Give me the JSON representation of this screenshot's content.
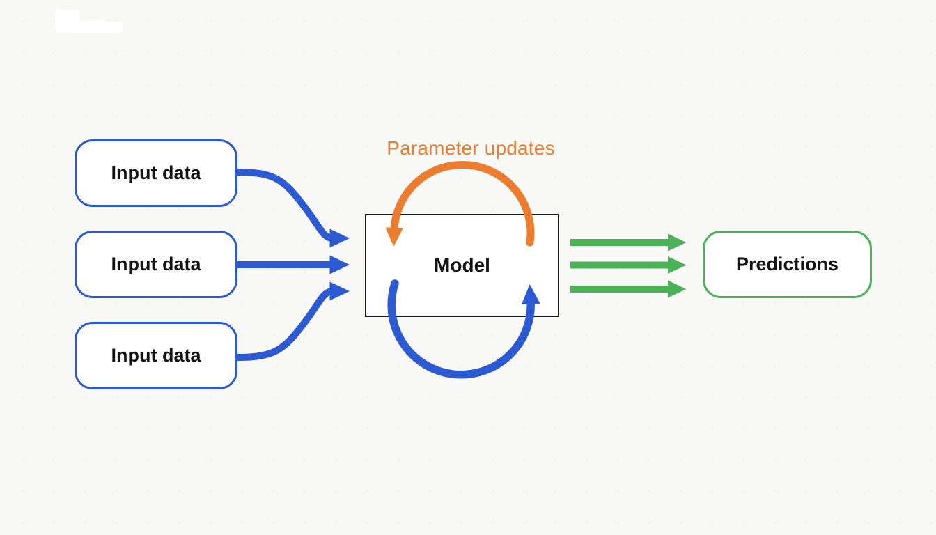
{
  "diagram": {
    "parameter_updates_label": "Parameter updates",
    "inputs": [
      {
        "label": "Input data"
      },
      {
        "label": "Input data"
      },
      {
        "label": "Input data"
      }
    ],
    "model": {
      "label": "Model"
    },
    "output": {
      "label": "Predictions"
    },
    "icons": {
      "input_arrows": "blue-right-arrow",
      "parameter_update_loop": "orange-curved-arrow-counterclockwise",
      "training_feedback_loop": "blue-curved-arrow-clockwise",
      "prediction_arrows": "green-right-arrow"
    }
  },
  "colors": {
    "blue": "#2b5ad2",
    "orange": "#ed7d2e",
    "green": "#4bb257",
    "ink": "#1b1b1b",
    "background": "#f8f8f6",
    "box_fill": "#ffffff"
  }
}
